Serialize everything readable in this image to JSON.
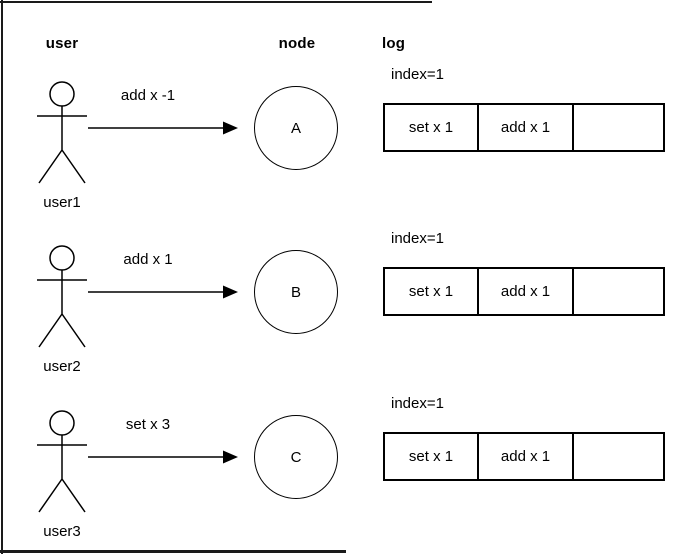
{
  "headers": {
    "user": "user",
    "node": "node",
    "log": "log"
  },
  "rows": [
    {
      "user_label": "user1",
      "message": "add x -1",
      "node_label": "A",
      "log_index": "index=1",
      "log_cells": [
        "set x 1",
        "add x 1",
        ""
      ]
    },
    {
      "user_label": "user2",
      "message": "add x 1",
      "node_label": "B",
      "log_index": "index=1",
      "log_cells": [
        "set x 1",
        "add x 1",
        ""
      ]
    },
    {
      "user_label": "user3",
      "message": "set x 3",
      "node_label": "C",
      "log_index": "index=1",
      "log_cells": [
        "set x 1",
        "add x 1",
        ""
      ]
    }
  ],
  "icons": {
    "actor": "person-stick-figure-icon",
    "arrow": "arrow-right-icon"
  },
  "colors": {
    "stroke": "#000000",
    "text": "#000000",
    "background": "#ffffff"
  }
}
